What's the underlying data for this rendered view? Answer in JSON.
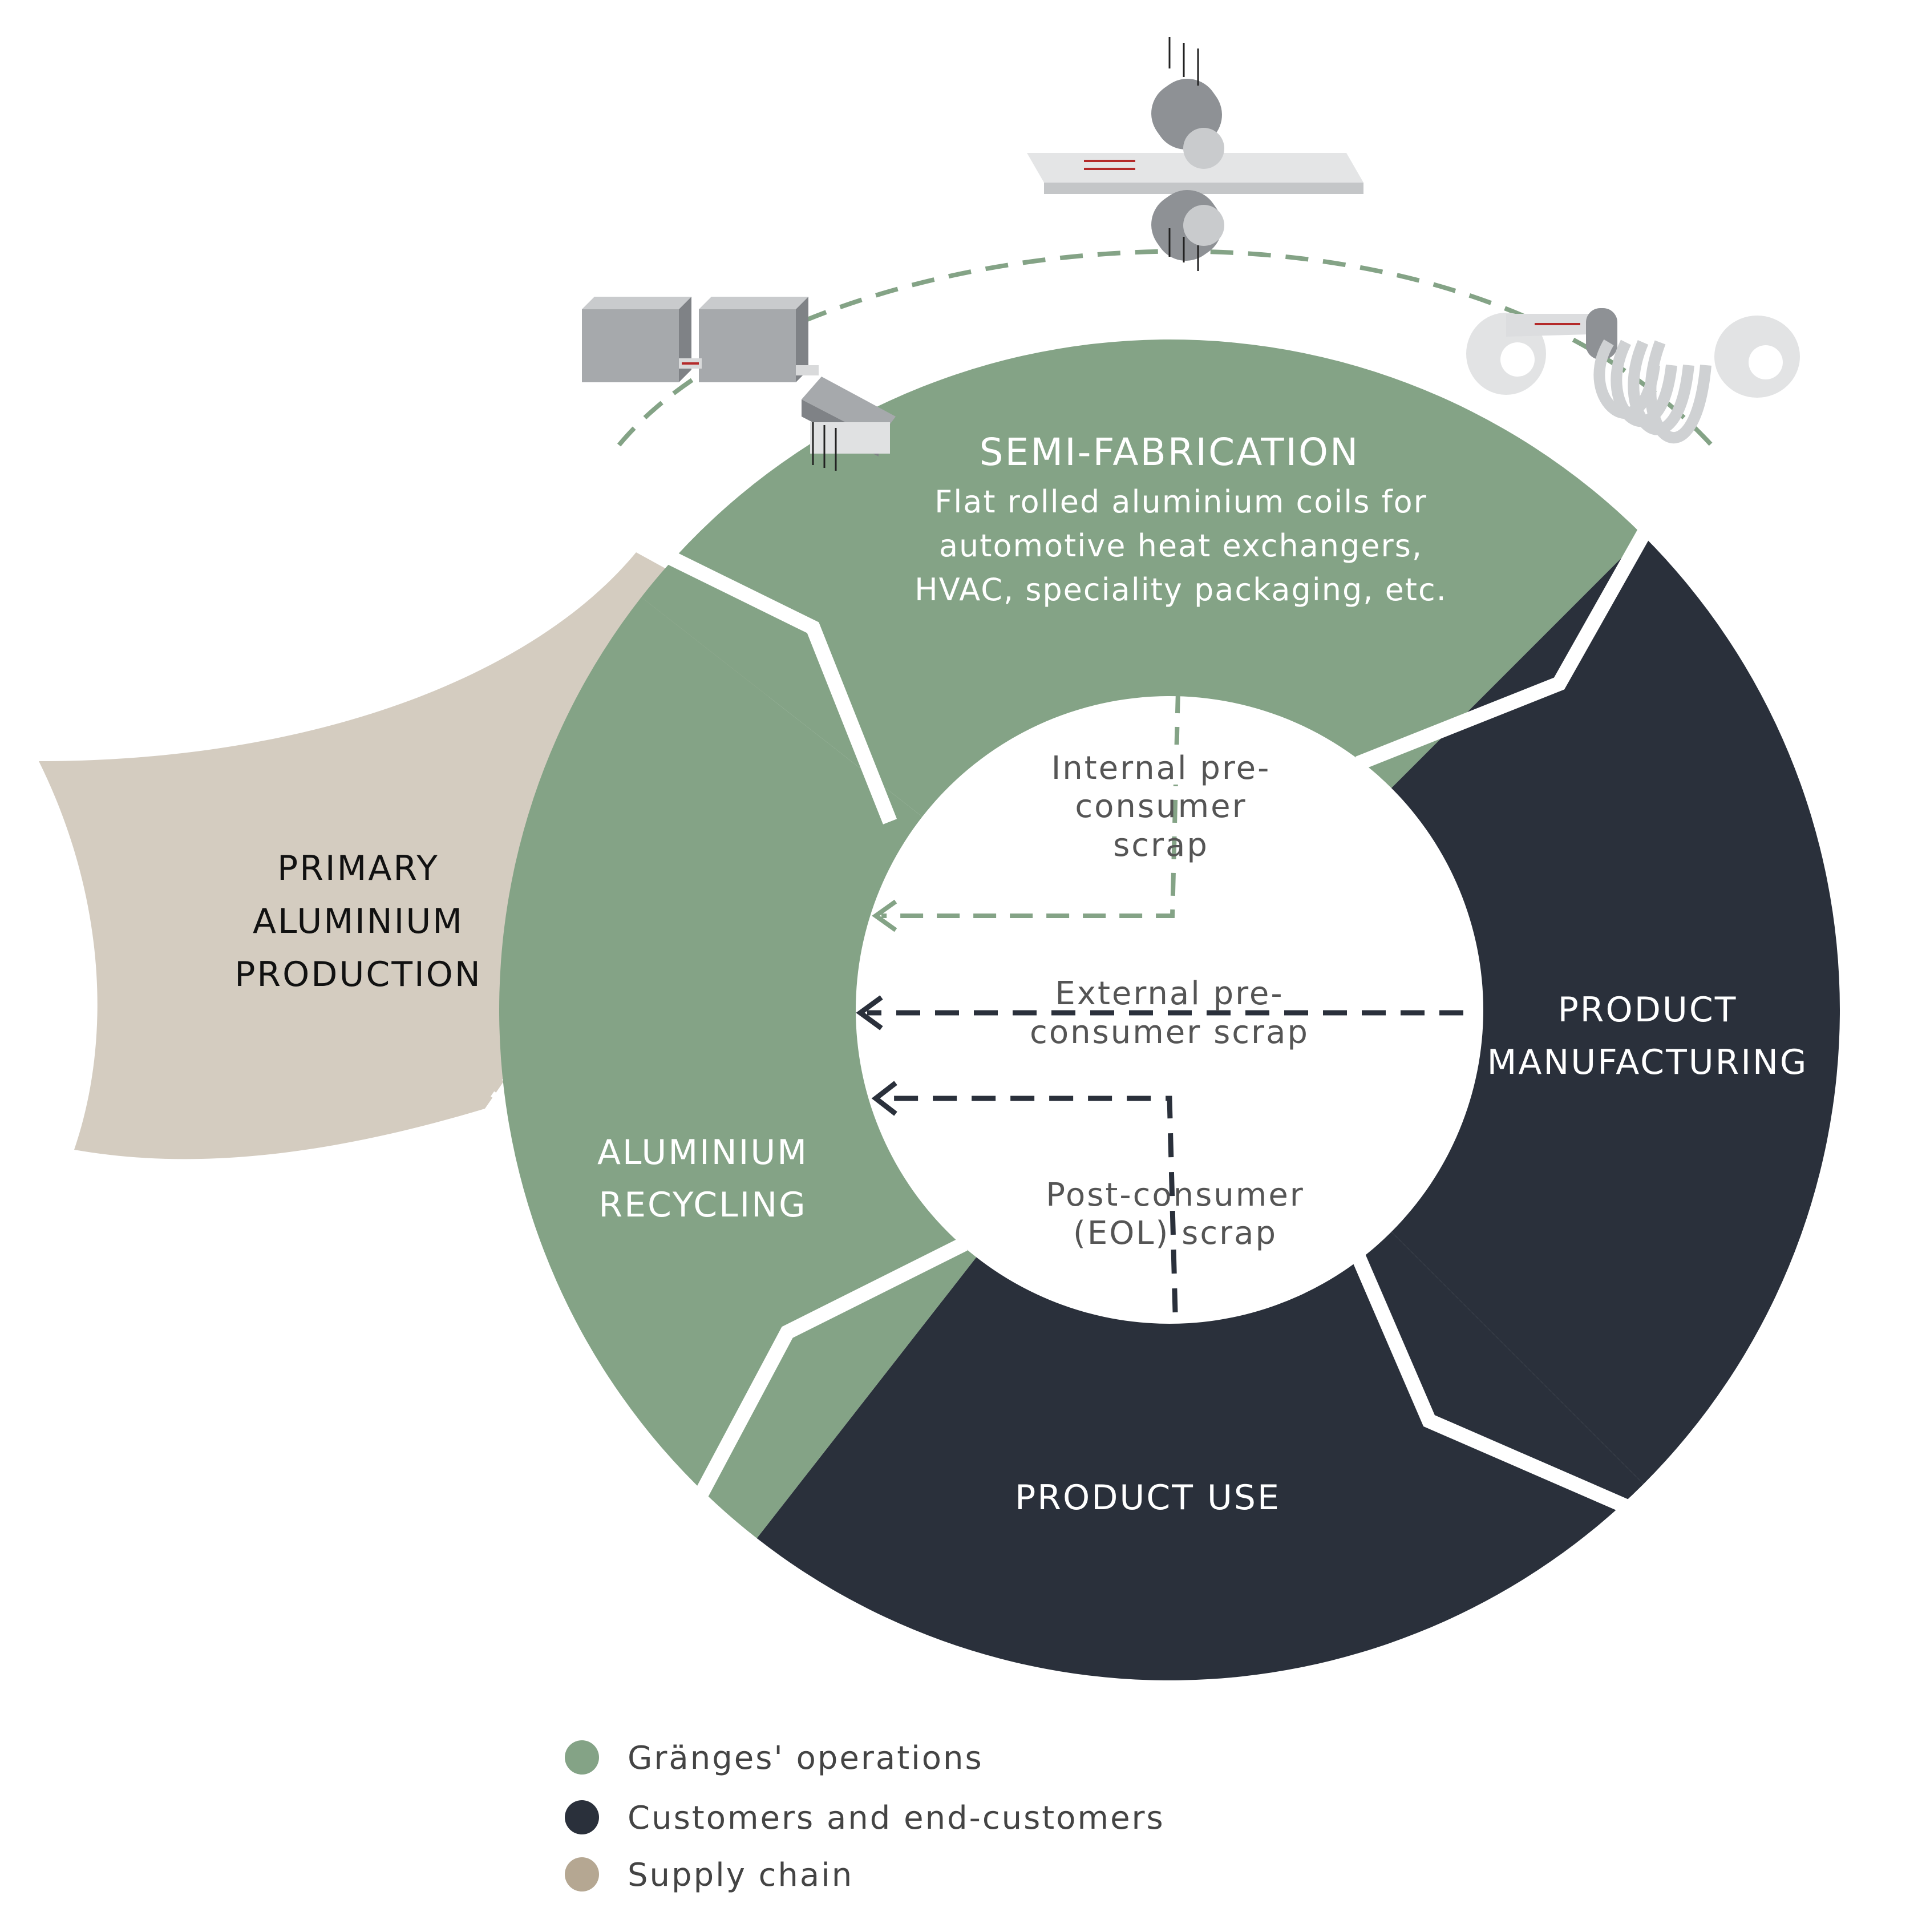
{
  "colors": {
    "granges": "#84a386",
    "customers": "#2a303b",
    "supply": "#d4ccc0",
    "supply_legend": "#b5a792",
    "gap": "#ffffff",
    "label_dark": "#111111",
    "label_light": "#ffffff",
    "flow_text": "#555555",
    "arrow_red": "#b42a2a",
    "machine_grey": "#a6a9ac"
  },
  "segments": {
    "semi_fabrication": {
      "title": "SEMI-FABRICATION",
      "desc": [
        "Flat rolled aluminium coils for",
        "automotive heat exchangers,",
        "HVAC, speciality packaging, etc."
      ]
    },
    "product_manufacturing": {
      "lines": [
        "PRODUCT",
        "MANUFACTURING"
      ]
    },
    "product_use": {
      "lines": [
        "PRODUCT USE"
      ]
    },
    "aluminium_recycling": {
      "lines": [
        "ALUMINIUM",
        "RECYCLING"
      ]
    },
    "primary_production": {
      "lines": [
        "PRIMARY",
        "ALUMINIUM",
        "PRODUCTION"
      ]
    }
  },
  "flows": {
    "internal": [
      "Internal pre-",
      "consumer",
      "scrap"
    ],
    "external": [
      "External pre-",
      "consumer scrap"
    ],
    "post": [
      "Post-consumer",
      "(EOL) scrap"
    ]
  },
  "legend": [
    {
      "label": "Gränges' operations",
      "color": "#84a386"
    },
    {
      "label": "Customers and end-customers",
      "color": "#2a303b"
    },
    {
      "label": "Supply chain",
      "color": "#b5a792"
    }
  ],
  "icons": {
    "casting": "casting-machine-icon",
    "rolling": "rolling-mill-icon",
    "slitting": "slitting-coil-icon"
  }
}
